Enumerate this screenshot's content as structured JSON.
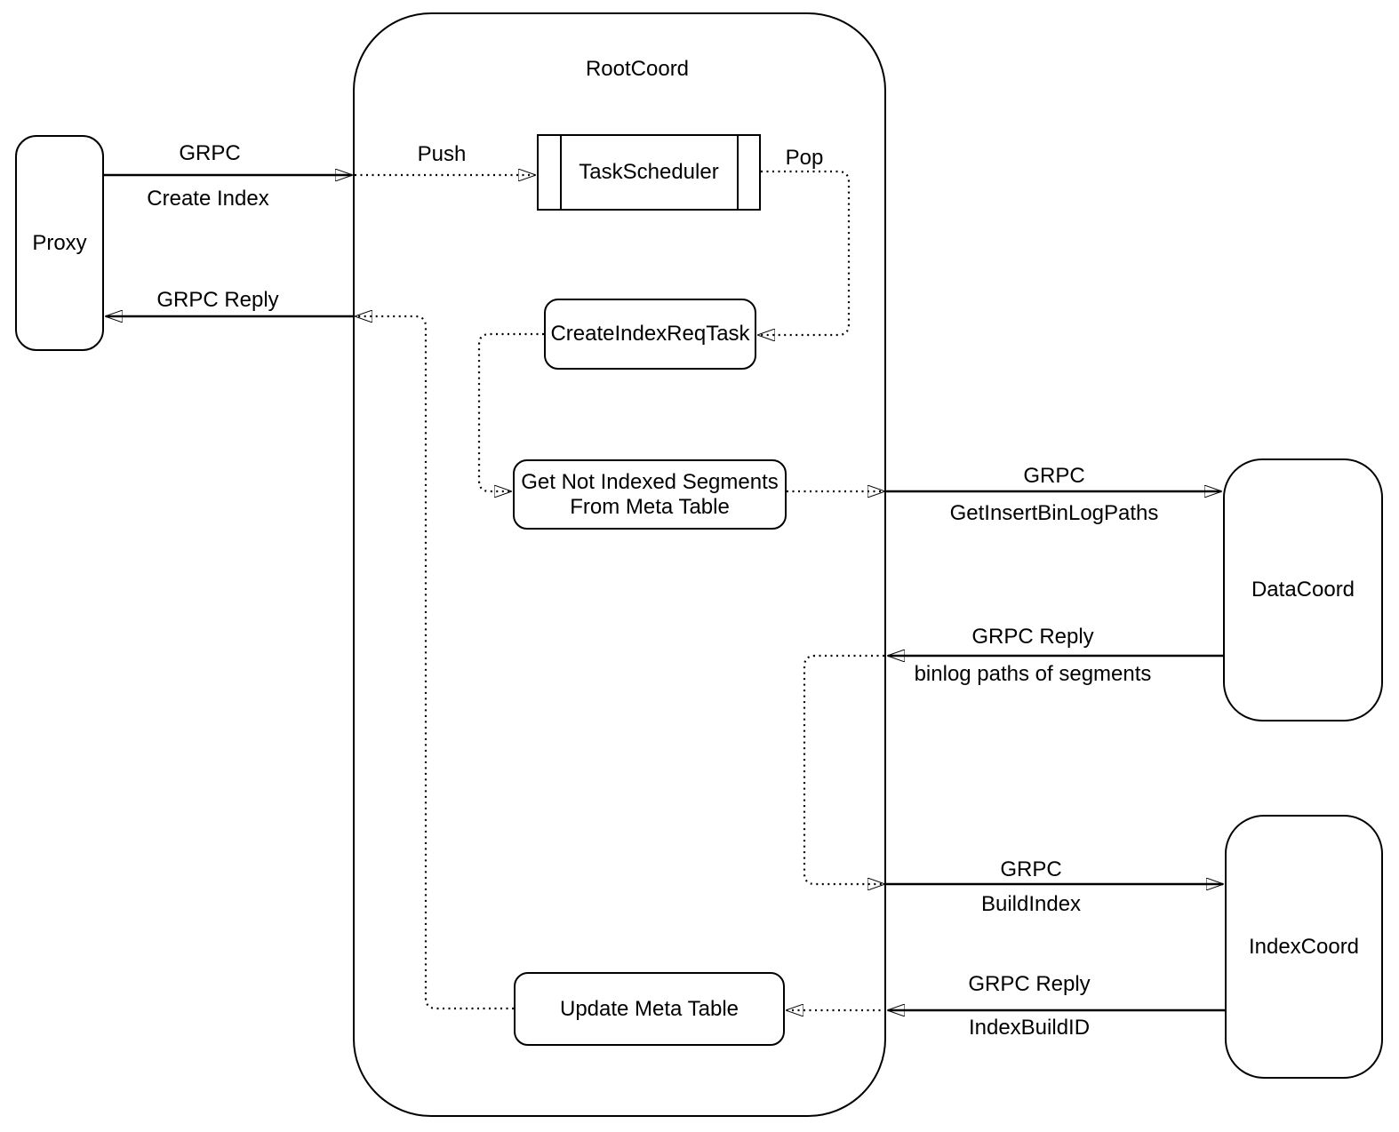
{
  "diagram": {
    "containers": {
      "root_coord": {
        "title": "RootCoord"
      }
    },
    "nodes": {
      "proxy": {
        "label": "Proxy"
      },
      "task_scheduler": {
        "label": "TaskScheduler"
      },
      "create_index_req_task": {
        "label": "CreateIndexReqTask"
      },
      "get_not_indexed_segments": {
        "line1": "Get Not Indexed Segments",
        "line2": "From Meta Table"
      },
      "update_meta_table": {
        "label": "Update Meta Table"
      },
      "data_coord": {
        "label": "DataCoord"
      },
      "index_coord": {
        "label": "IndexCoord"
      }
    },
    "edge_labels": {
      "create_index": {
        "protocol": "GRPC",
        "method": "Create Index"
      },
      "create_index_reply": {
        "protocol": "GRPC Reply"
      },
      "push": {
        "label": "Push"
      },
      "pop": {
        "label": "Pop"
      },
      "get_insert_bin_log_paths": {
        "protocol": "GRPC",
        "method": "GetInsertBinLogPaths"
      },
      "get_insert_bin_log_paths_reply": {
        "protocol": "GRPC Reply",
        "payload": "binlog paths of segments"
      },
      "build_index": {
        "protocol": "GRPC",
        "method": "BuildIndex"
      },
      "build_index_reply": {
        "protocol": "GRPC Reply",
        "payload": "IndexBuildID"
      }
    },
    "colors": {
      "stroke": "#000000",
      "background": "#ffffff"
    }
  }
}
